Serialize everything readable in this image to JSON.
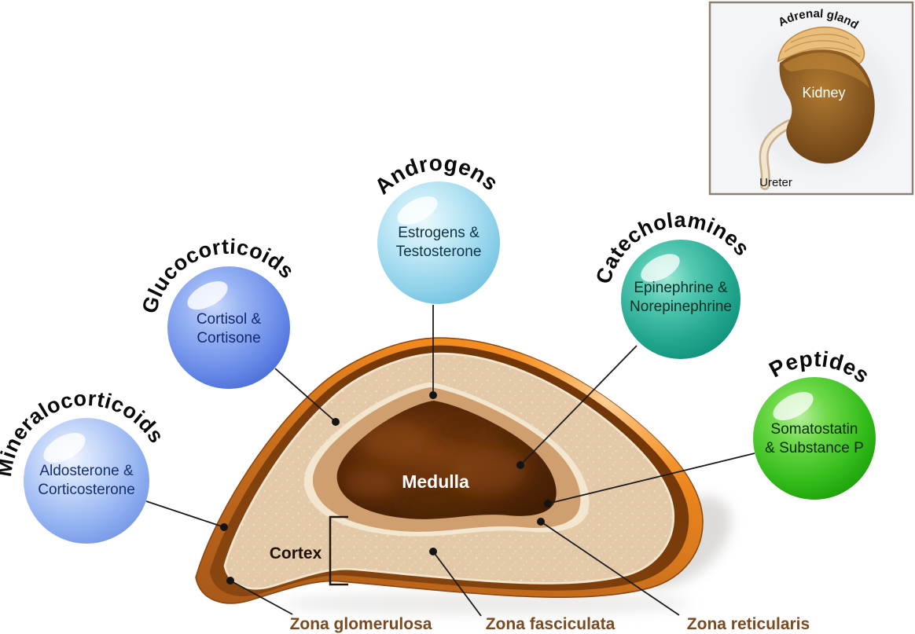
{
  "figure": "Adrenal gland cross-section with hormones",
  "inset": {
    "adrenal_gland_label": "Adrenal gland",
    "kidney_label": "Kidney",
    "ureter_label": "Ureter"
  },
  "gland": {
    "medulla_label": "Medulla",
    "cortex_label": "Cortex"
  },
  "zona_labels": {
    "glomerulosa": "Zona glomerulosa",
    "fasciculata": "Zona fasciculata",
    "reticularis": "Zona reticularis"
  },
  "bubbles": [
    {
      "id": "mineralocorticoids",
      "title": "Mineralocorticoids",
      "line1": "Aldosterone &",
      "line2": "Corticosterone",
      "color": "#8faff0"
    },
    {
      "id": "glucocorticoids",
      "title": "Glucocorticoids",
      "line1": "Cortisol &",
      "line2": "Cortisone",
      "color": "#6a8ce8"
    },
    {
      "id": "androgens",
      "title": "Androgens",
      "line1": "Estrogens &",
      "line2": "Testosterone",
      "color": "#90d2ea"
    },
    {
      "id": "catecholamines",
      "title": "Catecholamines",
      "line1": "Epinephrine &",
      "line2": "Norepinephrine",
      "color": "#23a68e"
    },
    {
      "id": "peptides",
      "title": "Peptides",
      "line1": "Somatostatin",
      "line2": "& Substance P",
      "color": "#33bb1a"
    }
  ],
  "colors": {
    "capsule_orange_bright": "#f78e1e",
    "capsule_orange_brown": "#ae5e18",
    "rim_dark_brown": "#6e3406",
    "cortex_tan": "#e4c9a9",
    "cream_line": "#f3e6cf",
    "inner_band": "#cf9f70",
    "medulla_brown": "#5a2a08",
    "zona_text_brown": "#7a4b20"
  }
}
